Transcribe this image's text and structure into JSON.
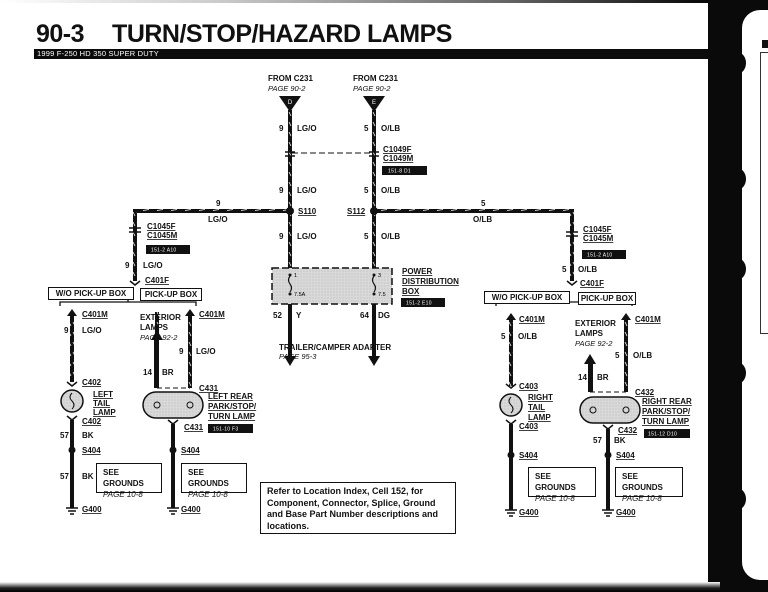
{
  "header": {
    "section_number": "90-3",
    "title": "TURN/STOP/HAZARD LAMPS",
    "vehicle": "1999 F-250 HD 350 SUPER DUTY"
  },
  "sources": [
    {
      "from": "FROM C231",
      "page": "PAGE 90-2",
      "terminal": "D"
    },
    {
      "from": "FROM C231",
      "page": "PAGE 90-2",
      "terminal": "E"
    }
  ],
  "wires": {
    "left_top": {
      "circuit": "9",
      "color": "LG/O"
    },
    "left_mid": {
      "circuit": "9",
      "color": "LG/O"
    },
    "left_lower": {
      "circuit": "9",
      "color": "LG/O"
    },
    "right_top": {
      "circuit": "5",
      "color": "O/LB"
    },
    "right_mid": {
      "circuit": "5",
      "color": "O/LB"
    },
    "right_lower": {
      "circuit": "5",
      "color": "O/LB"
    },
    "left_branch": {
      "circuit": "9",
      "color": "LG/O"
    },
    "right_branch": {
      "circuit": "5",
      "color": "O/LB"
    },
    "left_drop": {
      "circuit": "9",
      "color": "LG/O"
    },
    "right_drop": {
      "circuit": "5",
      "color": "O/LB"
    },
    "pdb_out_left": {
      "circuit": "52",
      "color": "Y"
    },
    "pdb_out_right": {
      "circuit": "64",
      "color": "DG"
    },
    "lt_tail": {
      "circuit": "9",
      "color": "LG/O"
    },
    "lt_rear": {
      "circuit": "9",
      "color": "LG/O"
    },
    "lt_br": {
      "circuit": "14",
      "color": "BR"
    },
    "lt_gnd1": {
      "circuit": "57",
      "color": "BK"
    },
    "lt_gnd2": {
      "circuit": "57",
      "color": "BK"
    },
    "rt_tail": {
      "circuit": "5",
      "color": "O/LB"
    },
    "rt_rear": {
      "circuit": "5",
      "color": "O/LB"
    },
    "rt_br": {
      "circuit": "14",
      "color": "BR"
    },
    "rt_gnd": {
      "circuit": "57",
      "color": "BK"
    }
  },
  "connectors": {
    "c1049f": "C1049F",
    "c1049m": "C1049M",
    "c1049_code": "151-8 D1",
    "left_c1045f": "C1045F",
    "left_c1045m": "C1045M",
    "left_c1045_code": "151-2 A10",
    "right_c1045f": "C1045F",
    "right_c1045m": "C1045M",
    "right_c1045_code": "151-2 A10",
    "left_c401f": "C401F",
    "right_c401f": "C401F",
    "lt_c401m_a": "C401M",
    "lt_c401m_b": "C401M",
    "rt_c401m_a": "C401M",
    "rt_c401m_b": "C401M",
    "c402_top": "C402",
    "c402_bot": "C402",
    "c431_top": "C431",
    "c431_bot": "C431",
    "c431_code": "151-10 F3",
    "c403_top": "C403",
    "c403_bot": "C403",
    "c432_top": "C432",
    "c432_bot": "C432",
    "c432_code": "151-12 D10"
  },
  "splices": {
    "s110": "S110",
    "s112": "S112",
    "s404": "S404"
  },
  "grounds": {
    "g400": "G400"
  },
  "power_distribution_box": {
    "line1": "POWER",
    "line2": "DISTRIBUTION",
    "line3": "BOX",
    "code": "151-2 E10",
    "fuse_left_pin": "1",
    "fuse_left_rating": "7.5A",
    "fuse_right_pin": "3",
    "fuse_right_rating": "7.5"
  },
  "trailer": {
    "label": "TRAILER/CAMPER ADAPTER",
    "page": "PAGE 95-3"
  },
  "variants": {
    "without": "W/O PICK-UP BOX",
    "with": "PICK-UP BOX"
  },
  "exterior_lamps": {
    "line1": "EXTERIOR",
    "line2": "LAMPS",
    "page": "PAGE 92-2"
  },
  "components": {
    "left_tail": [
      "LEFT",
      "TAIL",
      "LAMP"
    ],
    "left_rear": [
      "LEFT REAR",
      "PARK/STOP/",
      "TURN LAMP"
    ],
    "right_tail": [
      "RIGHT",
      "TAIL",
      "LAMP"
    ],
    "right_rear": [
      "RIGHT REAR",
      "PARK/STOP/",
      "TURN LAMP"
    ]
  },
  "see_grounds": {
    "label": "SEE GROUNDS",
    "page": "PAGE 10-8"
  },
  "note": "Refer to Location Index, Cell 152, for Component, Connector, Splice, Ground and Base Part Number descriptions and locations."
}
